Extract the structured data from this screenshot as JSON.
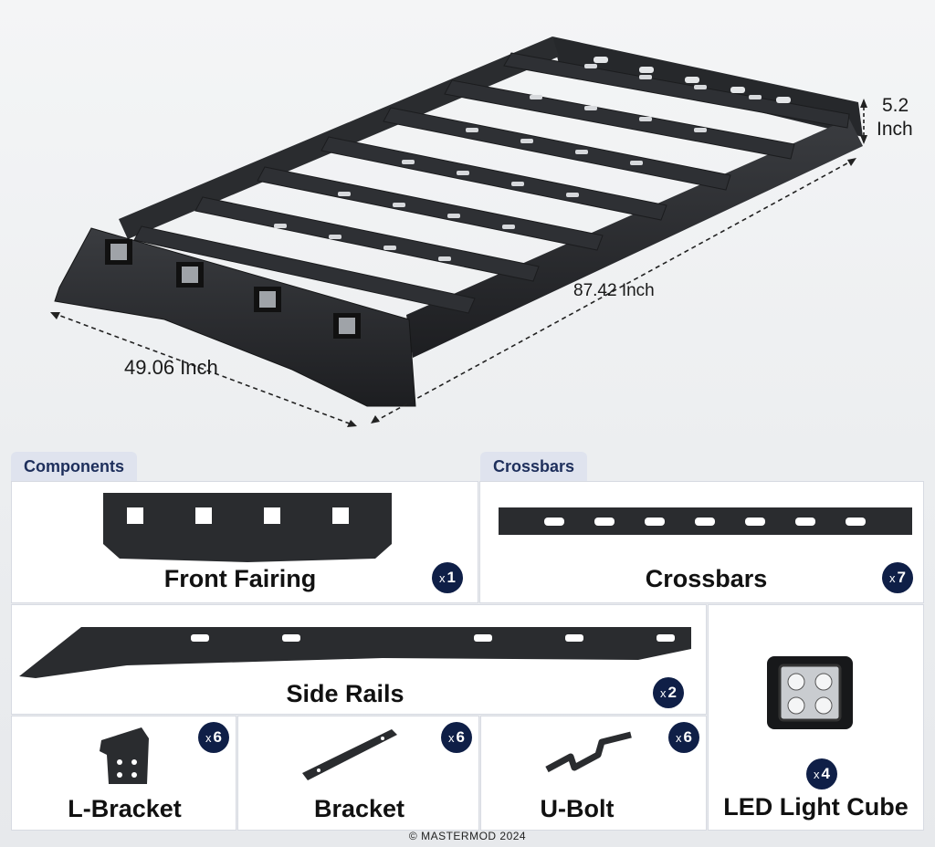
{
  "hero": {
    "dim_width": "49.06 Inch",
    "dim_length": "87.42 Inch",
    "dim_height_value": "5.2",
    "dim_height_unit": "Inch"
  },
  "sections": {
    "components": "Components",
    "crossbars": "Crossbars"
  },
  "parts": [
    {
      "name": "Front Fairing",
      "qty": "1"
    },
    {
      "name": "Crossbars",
      "qty": "7"
    },
    {
      "name": "Side Rails",
      "qty": "2"
    },
    {
      "name": "LED Light Cube",
      "qty": "4"
    },
    {
      "name": "L-Bracket",
      "qty": "6"
    },
    {
      "name": "Bracket",
      "qty": "6"
    },
    {
      "name": "U-Bolt",
      "qty": "6"
    }
  ],
  "qty_prefix": "x",
  "footer": "© MASTERMOD 2024",
  "colors": {
    "steel": "#2b2d30",
    "badge": "#0f1f47",
    "tab": "#dfe3ee"
  }
}
